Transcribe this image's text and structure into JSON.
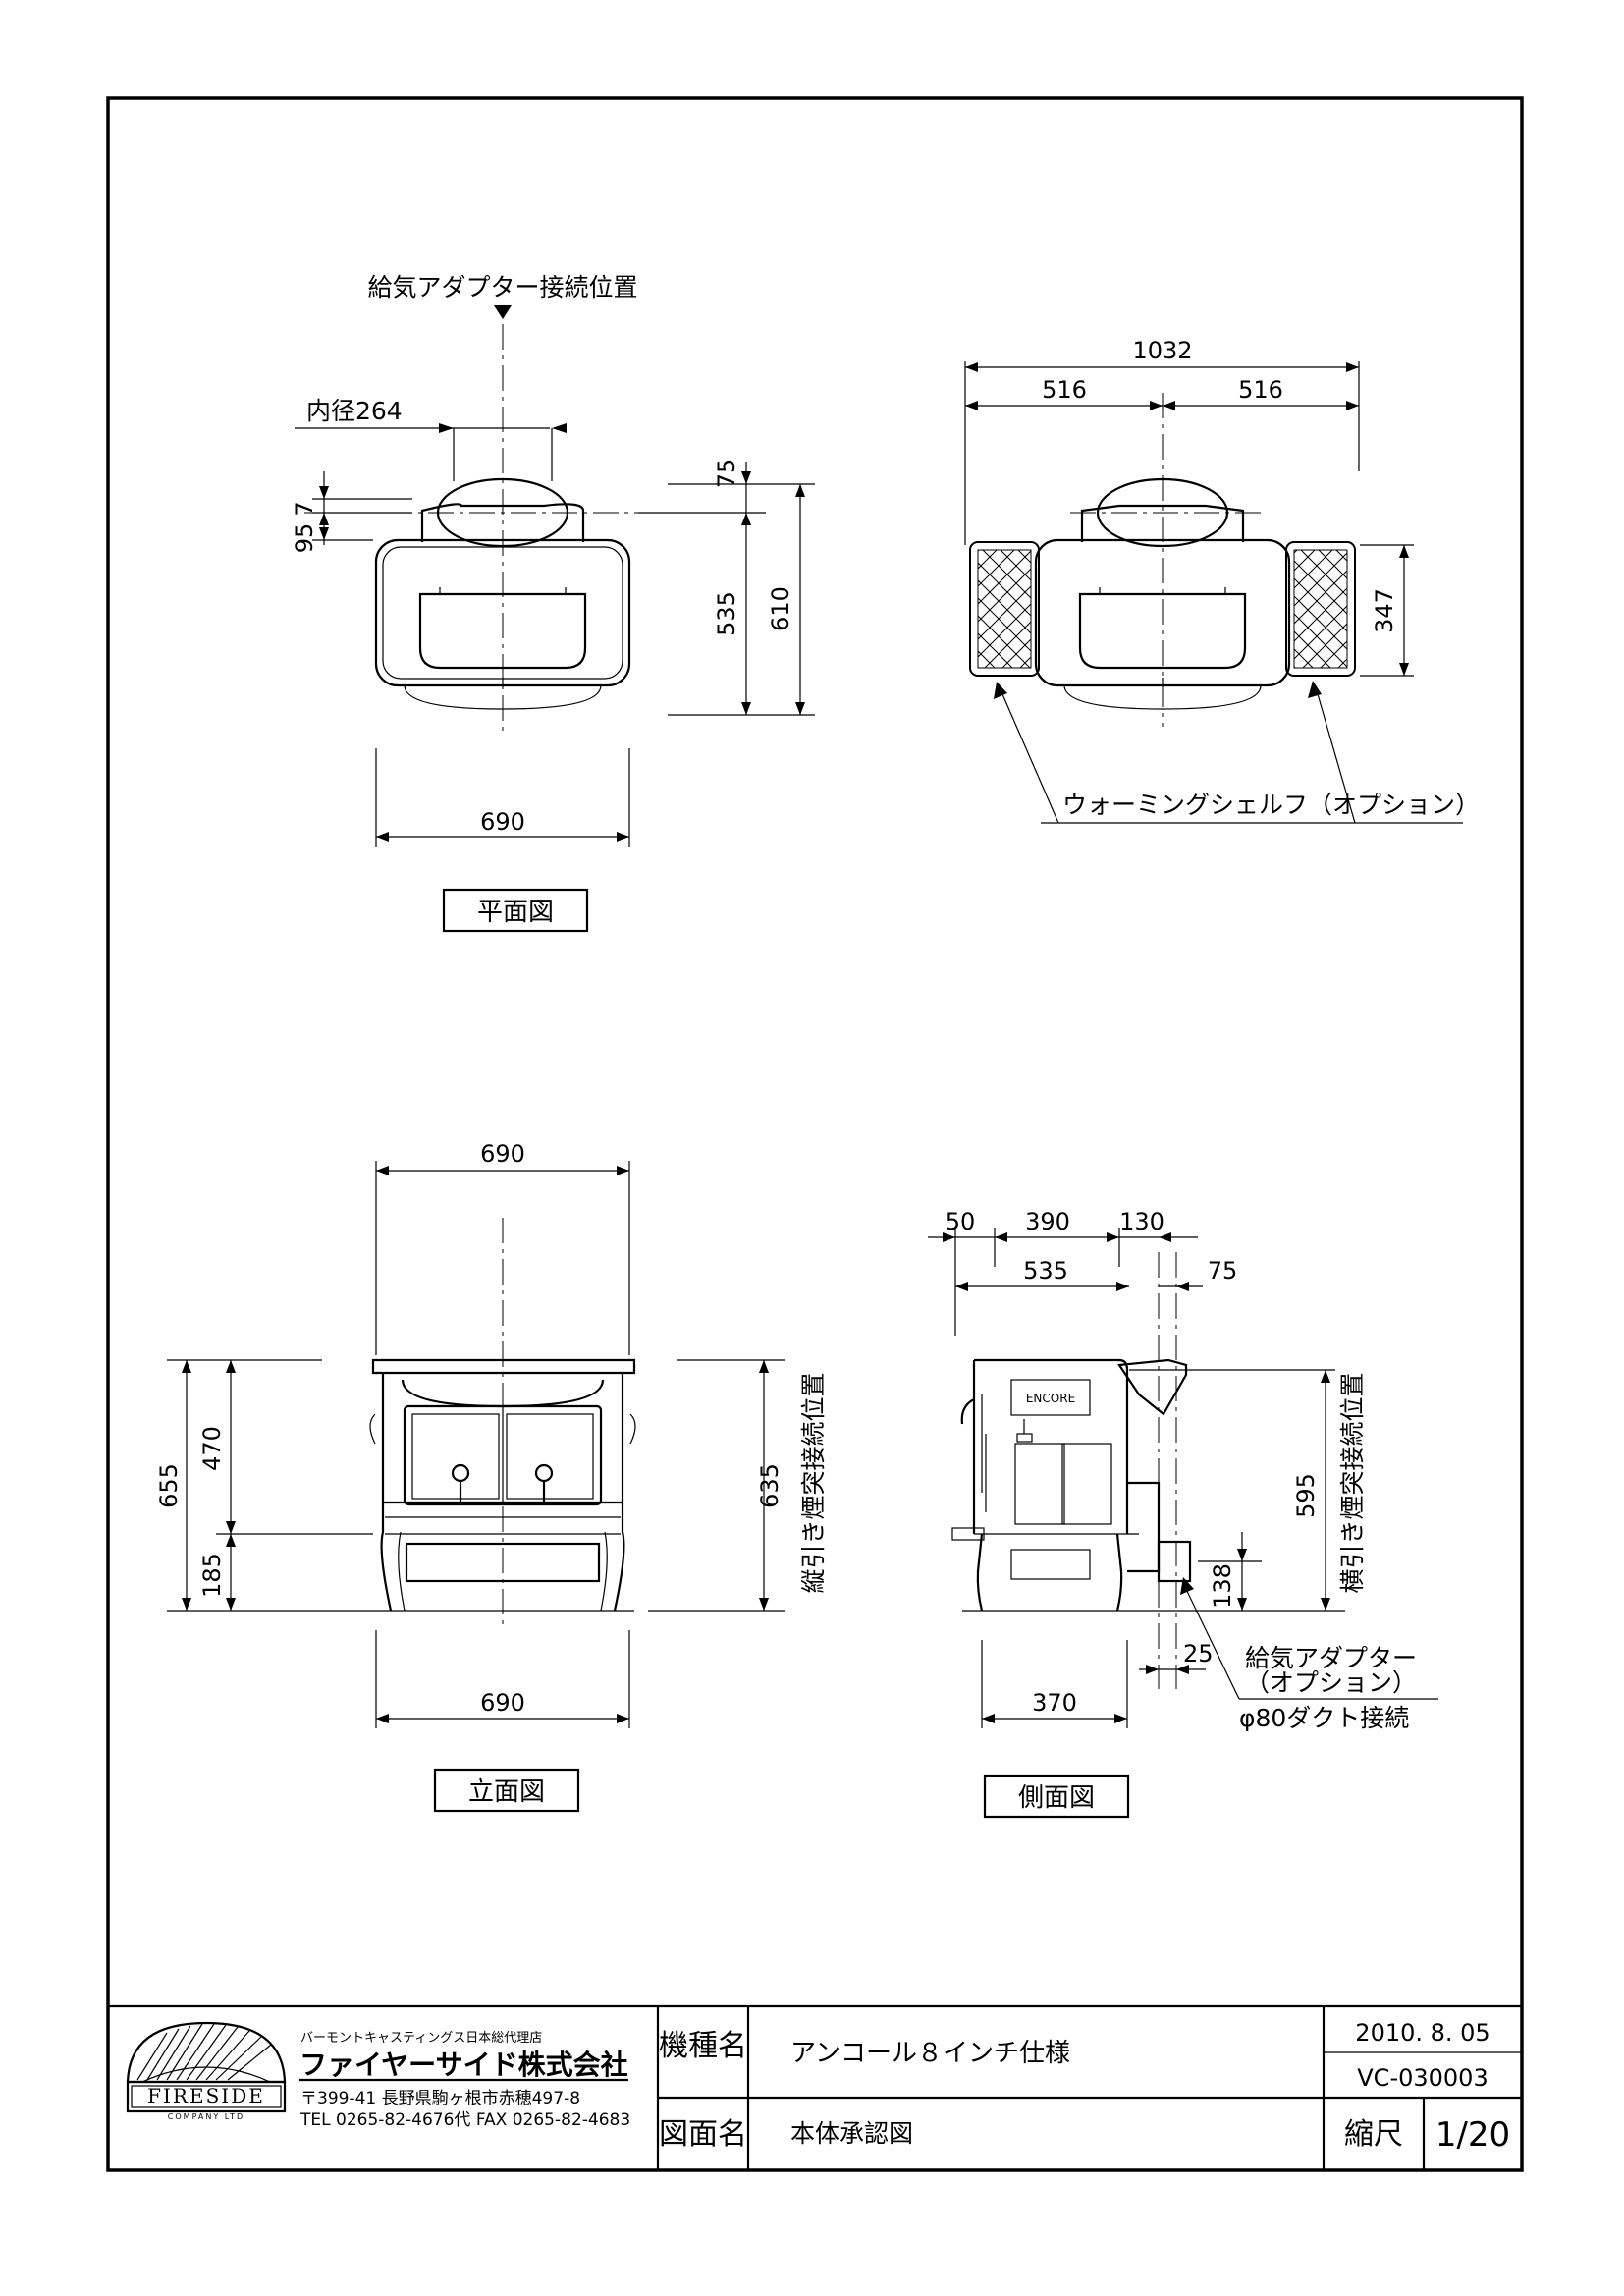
{
  "plan": {
    "caption": "平面図",
    "air_adapter_label": "給気アダプター接続位置",
    "inner_dia": "内径264",
    "dims": {
      "d7": "7",
      "d95": "95",
      "d75": "75",
      "d535": "535",
      "d610": "610",
      "d690": "690"
    }
  },
  "plan_shelf": {
    "dims": {
      "total": "1032",
      "left": "516",
      "right": "516",
      "d347": "347"
    },
    "shelf_label": "ウォーミングシェルフ（オプション）"
  },
  "front": {
    "caption": "立面図",
    "dims": {
      "top": "690",
      "bottom": "690",
      "d655": "655",
      "d470": "470",
      "d185": "185",
      "d635": "635"
    },
    "flue_label": "縦引き煙突接続位置"
  },
  "side": {
    "caption": "側面図",
    "dims": {
      "d50": "50",
      "d390": "390",
      "d130": "130",
      "d535": "535",
      "d75": "75",
      "d595": "595",
      "d138": "138",
      "d25": "25",
      "d370": "370"
    },
    "flue_label": "横引き煙突接続位置",
    "badge": "ENCORE",
    "adapter_line1": "給気アダプター",
    "adapter_line2": "（オプション）",
    "adapter_line3": "φ80ダクト接続"
  },
  "title_block": {
    "company_small": "バーモントキャスティングス日本総代理店",
    "company_name": "ファイヤーサイド株式会社",
    "address": "〒399-41 長野県駒ヶ根市赤穂497-8",
    "phone": "TEL 0265-82-4676代 FAX 0265-82-4683",
    "logo_text": "FIRESIDE",
    "logo_sub": "COMPANY LTD",
    "model_label": "機種名",
    "model_value": "アンコール８インチ仕様",
    "drawing_label": "図面名",
    "drawing_value": "本体承認図",
    "date": "2010. 8. 05",
    "doc_no": "VC-030003",
    "scale_label": "縮尺",
    "scale_value": "1/20"
  }
}
